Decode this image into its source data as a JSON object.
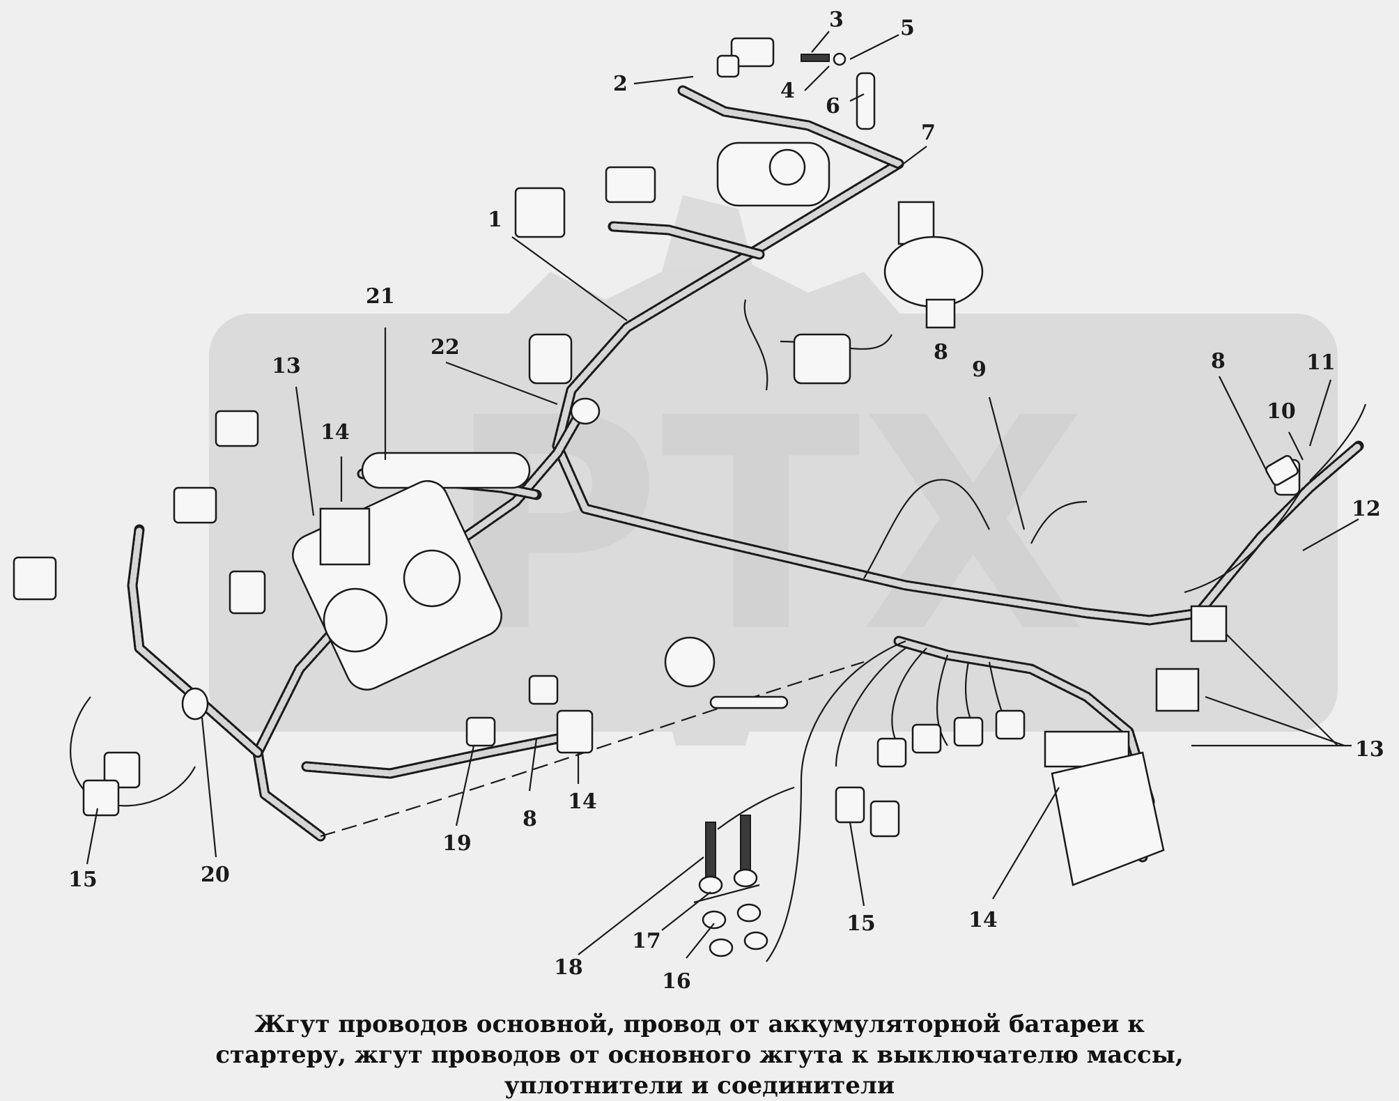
{
  "caption": {
    "line1": "Жгут проводов основной, провод от аккумуляторной батареи к",
    "line2": "стартеру, жгут проводов от основного жгута к выключателю массы,",
    "line3": "уплотнители и соединители"
  },
  "watermark": {
    "text": "PTX",
    "color": "#d9d9d9"
  },
  "callouts": [
    {
      "id": "c1",
      "text": "1"
    },
    {
      "id": "c2",
      "text": "2"
    },
    {
      "id": "c3",
      "text": "3"
    },
    {
      "id": "c4",
      "text": "4"
    },
    {
      "id": "c5",
      "text": "5"
    },
    {
      "id": "c6",
      "text": "6"
    },
    {
      "id": "c7",
      "text": "7"
    },
    {
      "id": "c8a",
      "text": "8"
    },
    {
      "id": "c8b",
      "text": "8"
    },
    {
      "id": "c8c",
      "text": "8"
    },
    {
      "id": "c9",
      "text": "9"
    },
    {
      "id": "c10",
      "text": "10"
    },
    {
      "id": "c11",
      "text": "11"
    },
    {
      "id": "c12",
      "text": "12"
    },
    {
      "id": "c13a",
      "text": "13"
    },
    {
      "id": "c13b",
      "text": "13"
    },
    {
      "id": "c14a",
      "text": "14"
    },
    {
      "id": "c14b",
      "text": "14"
    },
    {
      "id": "c14c",
      "text": "14"
    },
    {
      "id": "c15a",
      "text": "15"
    },
    {
      "id": "c15b",
      "text": "15"
    },
    {
      "id": "c16",
      "text": "16"
    },
    {
      "id": "c17",
      "text": "17"
    },
    {
      "id": "c18",
      "text": "18"
    },
    {
      "id": "c19",
      "text": "19"
    },
    {
      "id": "c20",
      "text": "20"
    },
    {
      "id": "c21",
      "text": "21"
    },
    {
      "id": "c22",
      "text": "22"
    }
  ]
}
